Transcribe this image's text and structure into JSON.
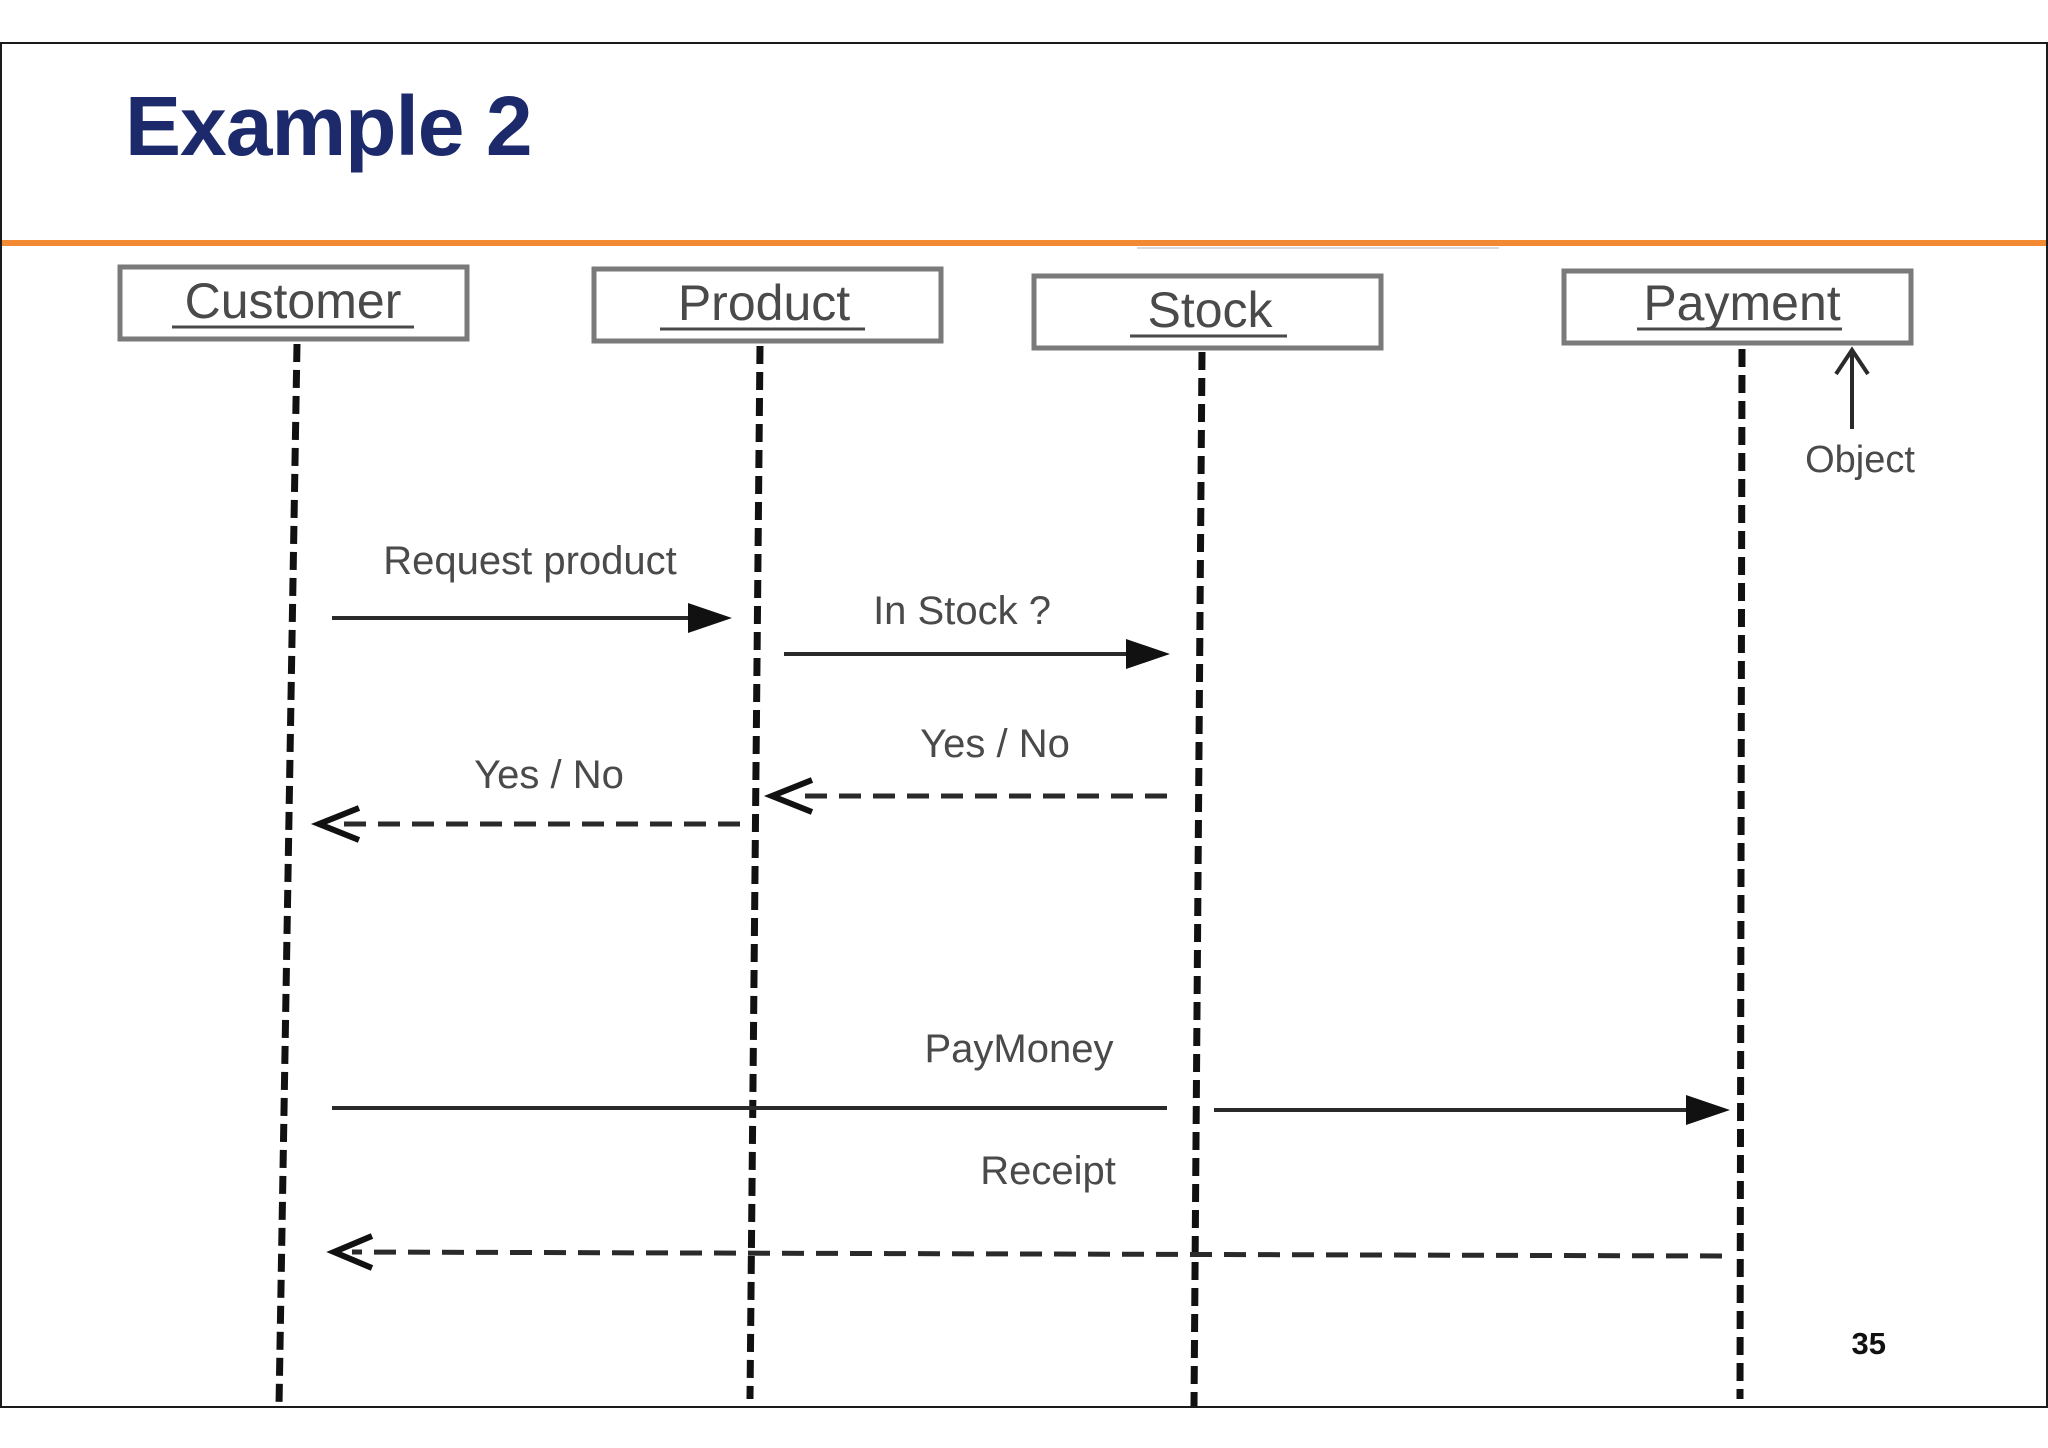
{
  "slide": {
    "title": "Example 2",
    "page_number": "35",
    "colors": {
      "title": "#1c2a6b",
      "rule": "#f28a33"
    }
  },
  "diagram": {
    "objects": [
      {
        "id": "customer",
        "label": "Customer"
      },
      {
        "id": "product",
        "label": "Product"
      },
      {
        "id": "stock",
        "label": "Stock"
      },
      {
        "id": "payment",
        "label": "Payment"
      }
    ],
    "annotation": {
      "label": "Object",
      "points_to": "payment"
    },
    "messages": [
      {
        "label": "Request product",
        "from": "customer",
        "to": "product",
        "style": "solid"
      },
      {
        "label": "In Stock ?",
        "from": "product",
        "to": "stock",
        "style": "solid"
      },
      {
        "label": "Yes / No",
        "from": "stock",
        "to": "product",
        "style": "dashed"
      },
      {
        "label": "Yes / No",
        "from": "product",
        "to": "customer",
        "style": "dashed"
      },
      {
        "label": "PayMoney",
        "from": "customer",
        "to": "payment",
        "style": "solid"
      },
      {
        "label": "Receipt",
        "from": "payment",
        "to": "customer",
        "style": "dashed"
      }
    ]
  }
}
